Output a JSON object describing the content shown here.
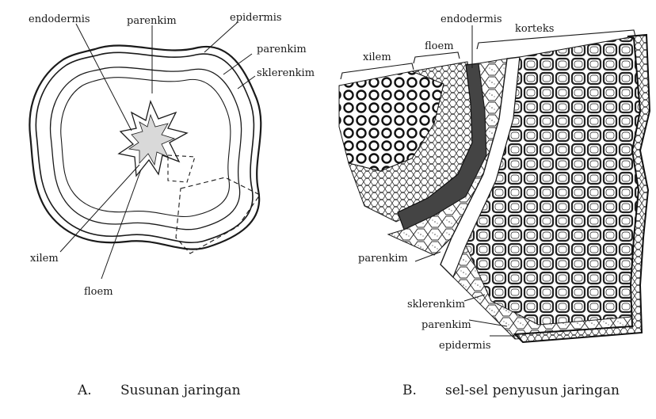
{
  "panel_a": {
    "labels": {
      "endodermis": "endodermis",
      "parenkim_top": "parenkim",
      "epidermis": "epidermis",
      "parenkim_right": "parenkim",
      "sklerenkim": "sklerenkim",
      "xilem": "xilem",
      "floem": "floem"
    },
    "caption_letter": "A.",
    "caption_text": "Susunan jaringan"
  },
  "panel_b": {
    "labels": {
      "endodermis": "endodermis",
      "xilem": "xilem",
      "floem": "floem",
      "korteks": "korteks",
      "parenkim_left": "parenkim",
      "sklerenkim": "sklerenkim",
      "parenkim_bottom": "parenkim",
      "epidermis": "epidermis"
    },
    "caption_letter": "B.",
    "caption_text": "sel-sel penyusun jaringan"
  }
}
